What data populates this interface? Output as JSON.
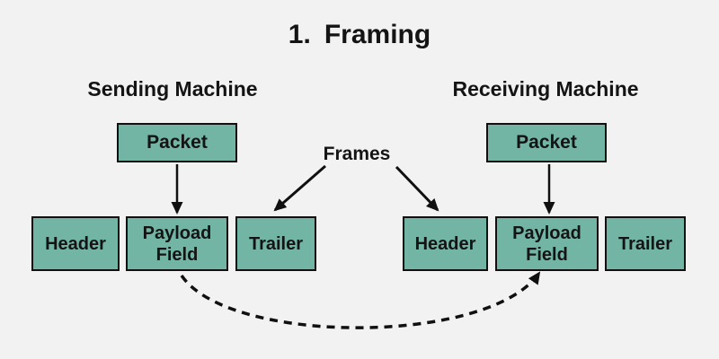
{
  "title": {
    "number": "1.",
    "text": "Framing"
  },
  "frames_label": "Frames",
  "sending_machine": {
    "label": "Sending Machine",
    "packet_label": "Packet",
    "fields": [
      {
        "label": "Header"
      },
      {
        "label": "Payload Field"
      },
      {
        "label": "Trailer"
      }
    ]
  },
  "receiving_machine": {
    "label": "Receiving Machine",
    "packet_label": "Packet",
    "fields": [
      {
        "label": "Header"
      },
      {
        "label": "Payload Field"
      },
      {
        "label": "Trailer"
      }
    ]
  },
  "colors": {
    "background": "#f3f2f3",
    "box_fill": "#72b5a5",
    "box_border": "#101010",
    "arrow": "#101010",
    "text": "#141414"
  }
}
